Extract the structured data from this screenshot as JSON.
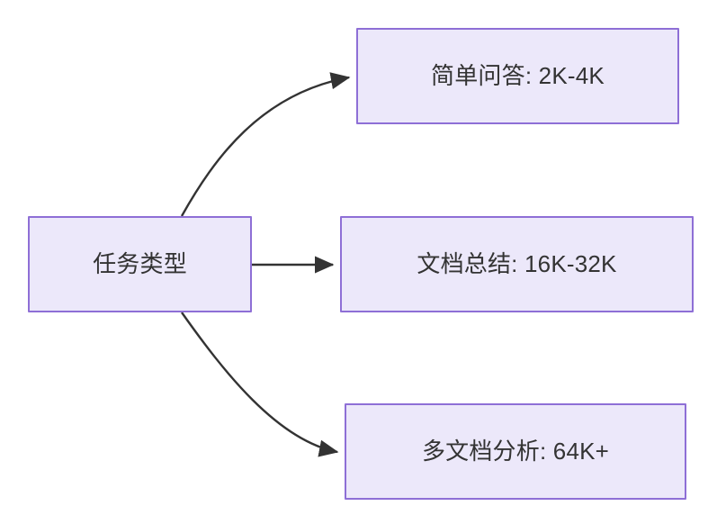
{
  "diagram": {
    "type": "flowchart",
    "direction": "left-to-right",
    "background_color": "#FFFFFF",
    "node_fill_color": "#ECE8FA",
    "node_border_color": "#8E6FD6",
    "text_color": "#333333",
    "edge_color": "#333333",
    "root": {
      "id": "root",
      "label": "任务类型"
    },
    "branches": [
      {
        "id": "branch-0",
        "label": "简单问答: 2K-4K",
        "edge_style": "curved"
      },
      {
        "id": "branch-1",
        "label": "文档总结: 16K-32K",
        "edge_style": "straight"
      },
      {
        "id": "branch-2",
        "label": "多文档分析: 64K+",
        "edge_style": "curved"
      }
    ]
  }
}
